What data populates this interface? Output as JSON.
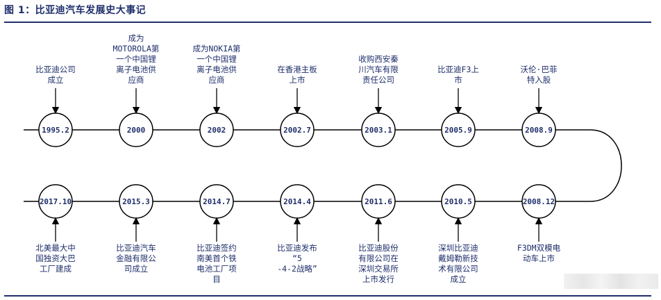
{
  "title": "图 1：比亚迪汽车发展史大事记",
  "colors": {
    "text": "#1f2f6b",
    "line": "#000000",
    "rule": "#1f2f6b"
  },
  "top_events": [
    {
      "year": "1995.2",
      "text": "比亚迪公司\n成立"
    },
    {
      "year": "2000",
      "text": "成为\nMOTOROLA第\n一个中国锂\n离子电池供\n应商"
    },
    {
      "year": "2002",
      "text": "成为NOKIA第\n一个中国锂\n离子电池供\n应商"
    },
    {
      "year": "2002.7",
      "text": "在香港主板\n上市"
    },
    {
      "year": "2003.1",
      "text": "收购西安秦\n川汽车有限\n责任公司"
    },
    {
      "year": "2005.9",
      "text": "比亚迪F3上\n市"
    },
    {
      "year": "2008.9",
      "text": "沃伦·巴菲\n特入股"
    }
  ],
  "bottom_events": [
    {
      "year": "2017.10",
      "text": "北美最大中\n国独资大巴\n工厂建成"
    },
    {
      "year": "2015.3",
      "text": "比亚迪汽车\n金融有限公\n司成立"
    },
    {
      "year": "2014.7",
      "text": "比亚迪签约\n南美首个铁\n电池工厂项\n目"
    },
    {
      "year": "2014.4",
      "text": "比亚迪发布\n“5\n-4-2战略”"
    },
    {
      "year": "2011.6",
      "text": "比亚迪股份\n有限公司在\n深圳交易所\n上市发行"
    },
    {
      "year": "2010.5",
      "text": "深圳比亚迪\n戴姆勒新技\n术有限公司\n成立"
    },
    {
      "year": "2008.12",
      "text": "F3DM双模电\n动车上市"
    }
  ]
}
